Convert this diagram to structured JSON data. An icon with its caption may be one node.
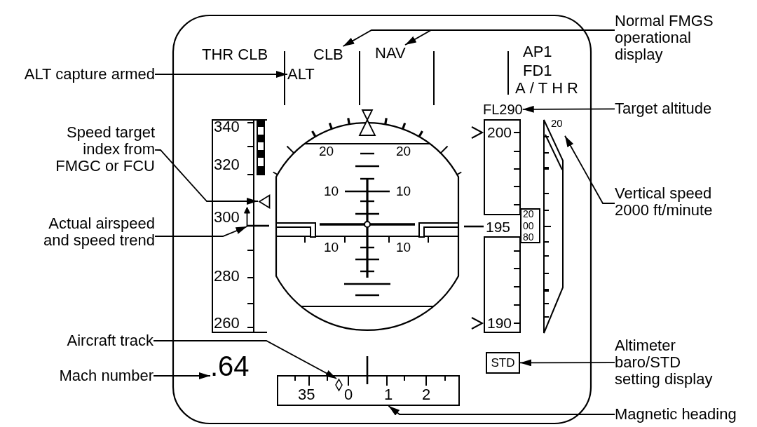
{
  "diagram": {
    "nodes": [
      {
        "text": [
          "Normal FMGS operational display"
        ]
      },
      {
        "text": [
          "CLB"
        ]
      },
      {
        "text": [
          "NAV"
        ]
      },
      {
        "text": [
          "ALT capture armed"
        ]
      },
      {
        "text": [
          "ALT"
        ]
      },
      {
        "text": [
          "FL290"
        ]
      },
      {
        "text": [
          "Target altitude"
        ]
      },
      {
        "text": [
          "Speed target index from FMGC or FCU"
        ]
      },
      {
        "text": [
          "340",
          "320",
          "300",
          "280",
          "260"
        ]
      },
      {
        "text": [],
        "shape": "triangle"
      },
      {
        "text": [
          "20",
          "20",
          "10",
          "10",
          "10",
          "10"
        ]
      },
      {
        "text": [
          "200"
        ]
      },
      {
        "text": [],
        "shape": "bar",
        "beside": [
          "20"
        ]
      },
      {
        "text": [
          "Vertical speed 2000 ft/minute"
        ]
      },
      {
        "text": [
          "Actual airspeed and speed trend"
        ]
      },
      {
        "text": [],
        "shape": "arrow",
        "in": 8
      },
      {
        "text": [
          "20",
          "00",
          "80"
        ]
      },
      {
        "text": [
          "190"
        ]
      },
      {
        "text": [
          "Aircraft track"
        ]
      },
      {
        "text": [
          "Mach number"
        ]
      },
      {
        "text": [
          ".64"
        ]
      },
      {
        "text": [
          "35",
          "0",
          "1",
          "2"
        ]
      },
      {
        "text": [],
        "shape": "diamond",
        "in": 21
      },
      {
        "text": [
          "STD"
        ]
      },
      {
        "text": [
          "Altimeter baro/STD setting display"
        ]
      },
      {
        "text": [
          "Magnetic heading"
        ]
      }
    ],
    "edges": [
      {
        "from": 0,
        "to": 1,
        "arrow": "to"
      },
      {
        "from": 0,
        "to": 2,
        "arrow": "to"
      },
      {
        "from": 3,
        "to": 4,
        "arrow": "to"
      },
      {
        "from": 6,
        "to": 5,
        "arrow": "to"
      },
      {
        "from": 7,
        "to": 9,
        "arrow": "to"
      },
      {
        "from": 13,
        "to": 12,
        "arrow": "to"
      },
      {
        "from": 14,
        "to": 15,
        "arrow": "to"
      },
      {
        "from": 18,
        "to": 22,
        "arrow": "to"
      },
      {
        "from": 19,
        "to": 20,
        "arrow": "to"
      },
      {
        "from": 24,
        "to": 23,
        "arrow": "to"
      },
      {
        "from": 25,
        "to": 21,
        "arrow": "to"
      }
    ],
    "labels": [
      "THR CLB",
      "AP1",
      "FD1",
      "A/THR",
      "195"
    ]
  }
}
